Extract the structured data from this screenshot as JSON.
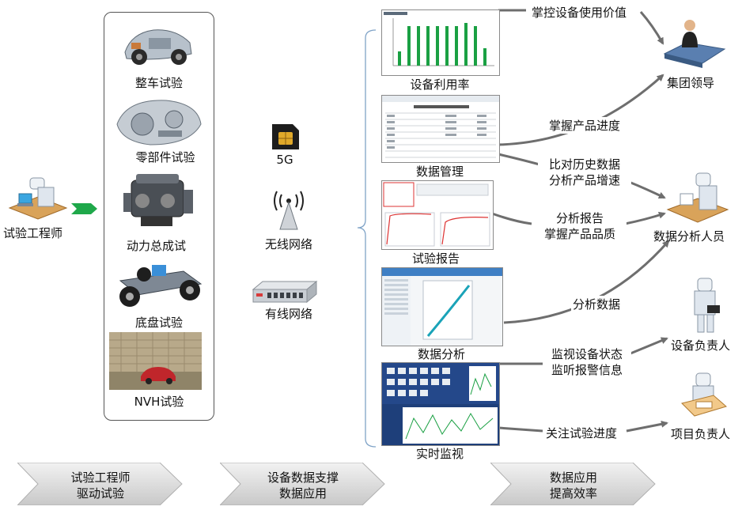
{
  "engineer": {
    "label": "试验工程师"
  },
  "tests": [
    {
      "label": "整车试验",
      "icon": "car-chassis-photo"
    },
    {
      "label": "零部件试验",
      "icon": "transmission-photo"
    },
    {
      "label": "动力总成试",
      "icon": "engine-photo"
    },
    {
      "label": "底盘试验",
      "icon": "chassis-photo"
    },
    {
      "label": "NVH试验",
      "icon": "anechoic-room-photo"
    }
  ],
  "network": [
    {
      "label": "5G",
      "icon": "sim-card-icon"
    },
    {
      "label": "无线网络",
      "icon": "wireless-antenna-icon"
    },
    {
      "label": "有线网络",
      "icon": "network-switch-icon"
    }
  ],
  "apps": [
    {
      "label": "设备利用率"
    },
    {
      "label": "数据管理"
    },
    {
      "label": "试验报告"
    },
    {
      "label": "数据分析"
    },
    {
      "label": "实时监视"
    }
  ],
  "flows": [
    {
      "line1": "掌控设备使用价值"
    },
    {
      "line1": "掌握产品进度"
    },
    {
      "line1": "比对历史数据",
      "line2": "分析产品增速"
    },
    {
      "line1": "分析报告",
      "line2": "掌握产品品质"
    },
    {
      "line1": "分析数据"
    },
    {
      "line1": "监视设备状态",
      "line2": "监听报警信息"
    },
    {
      "line1": "关注试验进度"
    }
  ],
  "roles": [
    {
      "label": "集团领导",
      "icon": "executive-person-icon"
    },
    {
      "label": "数据分析人员",
      "icon": "analyst-person-icon"
    },
    {
      "label": "设备负责人",
      "icon": "equipment-manager-icon"
    },
    {
      "label": "项目负责人",
      "icon": "project-manager-icon"
    }
  ],
  "stages": [
    {
      "line1": "试验工程师",
      "line2": "驱动试验"
    },
    {
      "line1": "设备数据支撑",
      "line2": "数据应用"
    },
    {
      "line1": "数据应用",
      "line2": "提高效率"
    }
  ],
  "colors": {
    "arrow": "#6e6e6e",
    "green_arrow": "#1fa84a",
    "bar_green": "#1aa043",
    "chevron": "#d9d9d9"
  }
}
